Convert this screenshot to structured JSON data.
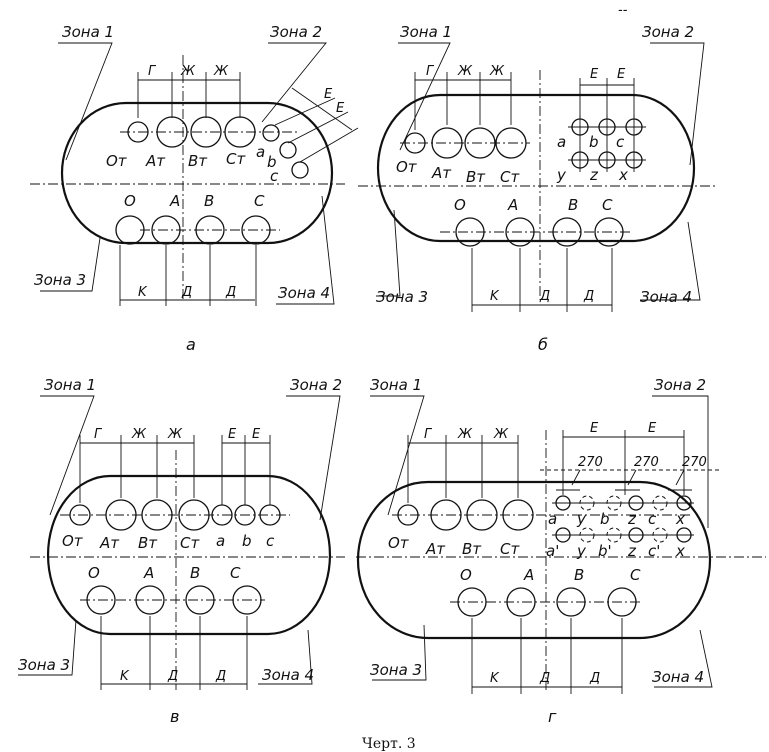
{
  "zones": {
    "z1": "Зона 1",
    "z2": "Зона 2",
    "z3": "Зона 3",
    "z4": "Зона 4",
    "z1_g": "Зона 1"
  },
  "holes": {
    "Om": "Oт",
    "Am": "Aт",
    "Bm": "Bт",
    "Cm": "Cт",
    "O": "O",
    "A": "A",
    "B": "B",
    "C": "C",
    "a": "a",
    "b": "b",
    "c": "c",
    "y": "y",
    "z": "z",
    "x": "x",
    "a2": "a'",
    "b2": "b'",
    "c2": "c'"
  },
  "dims": {
    "G": "Г",
    "Zh": "Ж",
    "E": "E",
    "K": "K",
    "D": "Д",
    "d270": "270"
  },
  "captions": {
    "a": "а",
    "b": "б",
    "v": "в",
    "g": "г"
  },
  "figure_caption": "Черт. 3",
  "top_mark": "--"
}
